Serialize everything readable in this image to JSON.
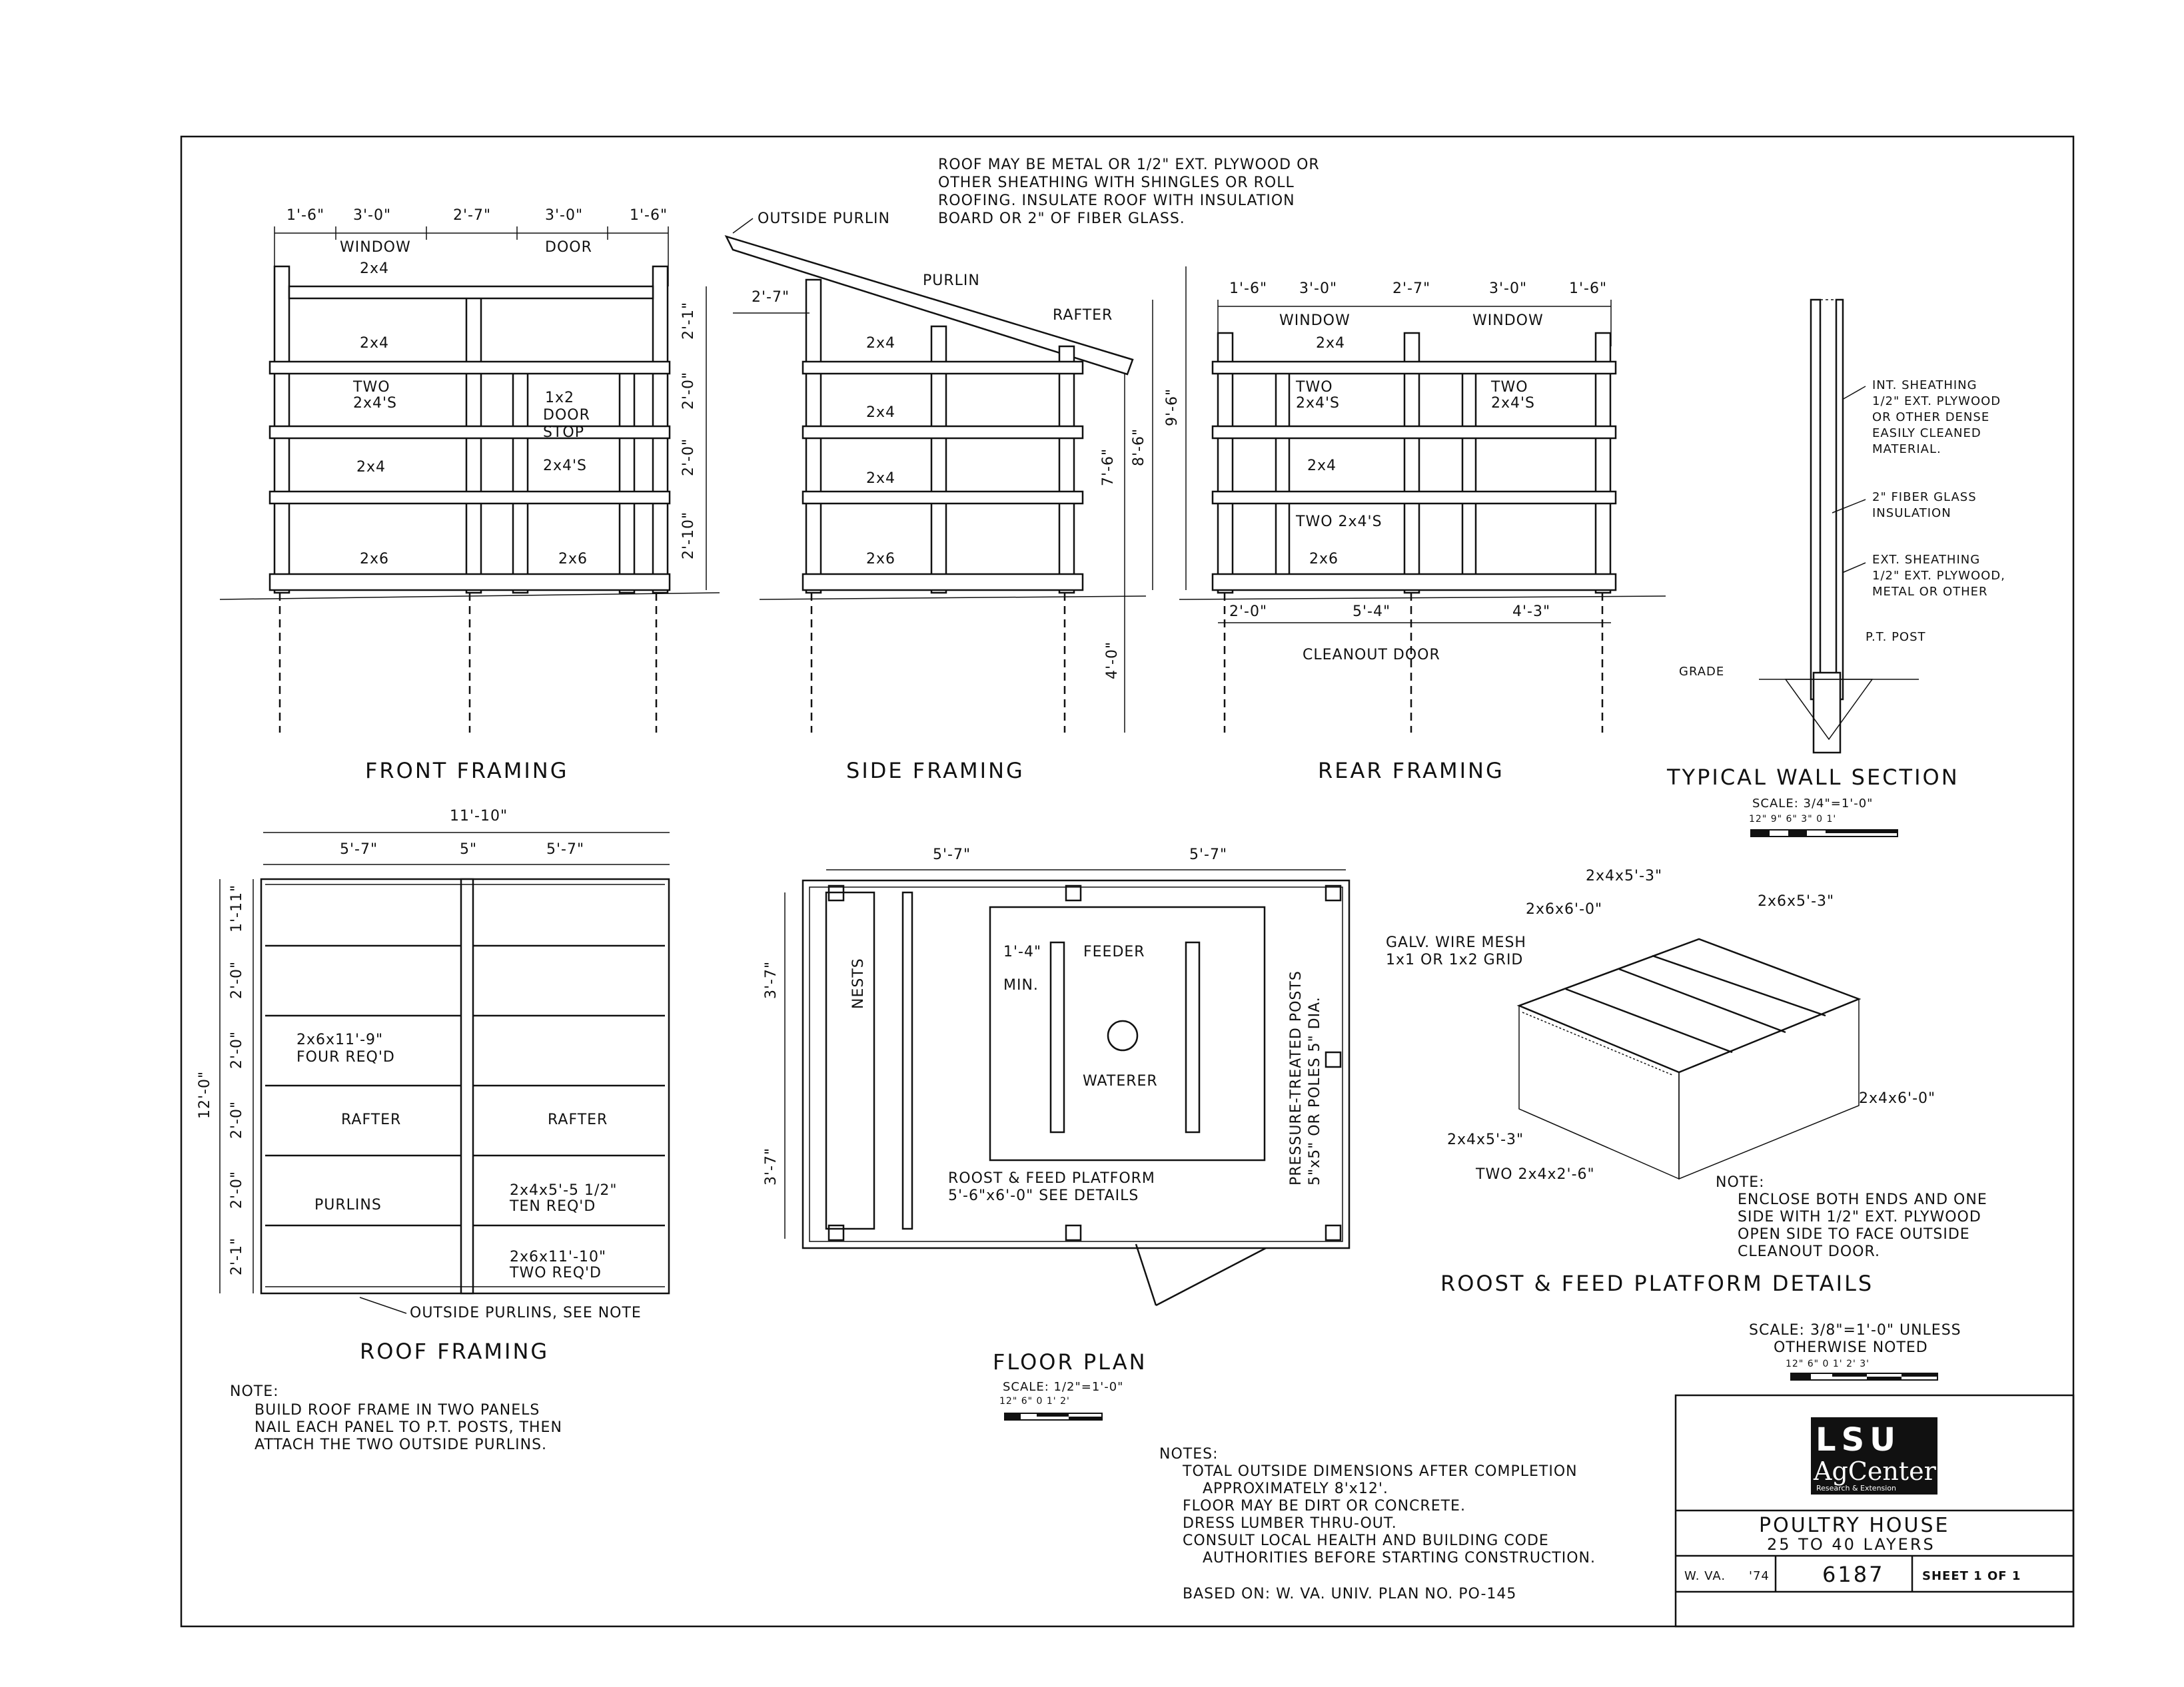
{
  "front": {
    "title": "FRONT FRAMING",
    "dims": [
      "1'-6\"",
      "3'-0\"",
      "2'-7\"",
      "3'-0\"",
      "1'-6\""
    ],
    "window": "WINDOW",
    "door": "DOOR",
    "l_2x4": "2x4",
    "l_two_a": "TWO",
    "l_two_b": "2x4'S",
    "l_stop_a": "1x2",
    "l_stop_b": "DOOR",
    "l_stop_c": "STOP",
    "l_2x4s": "2x4'S",
    "l_2x6": "2x6",
    "vdims": [
      "2'-1\"",
      "2'-0\"",
      "2'-0\"",
      "2'-10\""
    ]
  },
  "side": {
    "title": "SIDE FRAMING",
    "roof_note": [
      "ROOF MAY BE METAL OR 1/2\" EXT. PLYWOOD OR",
      "OTHER SHEATHING WITH SHINGLES OR ROLL",
      "ROOFING. INSULATE ROOF WITH INSULATION",
      "BOARD OR 2\" OF FIBER GLASS."
    ],
    "outside_purlin": "OUTSIDE PURLIN",
    "purlin": "PURLIN",
    "rafter": "RAFTER",
    "overhang": "2'-7\"",
    "l_2x4": "2x4",
    "l_2x6": "2x6",
    "h1": "7'-6\"",
    "h2": "8'-6\"",
    "h3": "9'-6\"",
    "depth": "4'-0\""
  },
  "rear": {
    "title": "REAR FRAMING",
    "dims": [
      "1'-6\"",
      "3'-0\"",
      "2'-7\"",
      "3'-0\"",
      "1'-6\""
    ],
    "window": "WINDOW",
    "l_2x4": "2x4",
    "l_two_a": "TWO",
    "l_two_b": "2x4'S",
    "l_two_full": "TWO 2x4'S",
    "l_2x6": "2x6",
    "bdims": [
      "2'-0\"",
      "5'-4\"",
      "4'-3\""
    ],
    "cleanout": "CLEANOUT DOOR"
  },
  "wall": {
    "title": "TYPICAL WALL SECTION",
    "scale": "SCALE: 3/4\"=1'-0\"",
    "scale_ticks": "12\" 9\" 6\" 3\" 0       1'",
    "int": [
      "INT. SHEATHING",
      "1/2\" EXT. PLYWOOD",
      "OR OTHER DENSE",
      "EASILY CLEANED",
      "MATERIAL."
    ],
    "ins": [
      "2\" FIBER GLASS",
      "INSULATION"
    ],
    "ext": [
      "EXT. SHEATHING",
      "1/2\" EXT. PLYWOOD,",
      "METAL OR OTHER"
    ],
    "post": "P.T. POST",
    "grade": "GRADE"
  },
  "roof": {
    "title": "ROOF FRAMING",
    "overall": "11'-10\"",
    "dims": [
      "5'-7\"",
      "5\"",
      "5'-7\""
    ],
    "vdims": [
      "1'-11\"",
      "2'-0\"",
      "2'-0\"",
      "2'-0\"",
      "2'-0\"",
      "2'-1\""
    ],
    "overall_v": "12'-0\"",
    "rafters_a": "2x6x11'-9\"",
    "rafters_b": "FOUR REQ'D",
    "rafter": "RAFTER",
    "purlins": "PURLINS",
    "purl_a": "2x4x5'-5 1/2\"",
    "purl_b": "TEN REQ'D",
    "opurl_a": "2x6x11'-10\"",
    "opurl_b": "TWO REQ'D",
    "outside": "OUTSIDE PURLINS, SEE NOTE",
    "note_head": "NOTE:",
    "note": [
      "BUILD ROOF FRAME IN TWO PANELS",
      "NAIL EACH PANEL TO P.T. POSTS, THEN",
      "ATTACH THE TWO OUTSIDE PURLINS."
    ]
  },
  "floor": {
    "title": "FLOOR PLAN",
    "scale": "SCALE: 1/2\"=1'-0\"",
    "scale_ticks": "12\" 6\" 0      1'      2'",
    "dims": [
      "5'-7\"",
      "5'-7\""
    ],
    "vdims": [
      "3'-7\"",
      "3'-7\""
    ],
    "nests": "NESTS",
    "feeder": "FEEDER",
    "min_d": "1'-4\"",
    "min": "MIN.",
    "waterer": "WATERER",
    "platform_a": "ROOST & FEED PLATFORM",
    "platform_b": "5'-6\"x6'-0\" SEE DETAILS",
    "posts_a": "PRESSURE-TREATED POSTS",
    "posts_b": "5\"x5\" OR POLES 5\" DIA."
  },
  "platform": {
    "title": "ROOST & FEED PLATFORM DETAILS",
    "scale_a": "SCALE: 3/8\"=1'-0\" UNLESS",
    "scale_b": "OTHERWISE NOTED",
    "scale_ticks": "12\" 6\" 0    1'    2'    3'",
    "l1": "2x4x5'-3\"",
    "l2": "2x6x6'-0\"",
    "l3": "2x6x5'-3\"",
    "mesh_a": "GALV. WIRE MESH",
    "mesh_b": "1x1 OR 1x2 GRID",
    "l4": "2x4x6'-0\"",
    "l5": "2x4x5'-3\"",
    "l6": "TWO 2x4x2'-6\"",
    "note_head": "NOTE:",
    "note": [
      "ENCLOSE BOTH ENDS AND ONE",
      "SIDE WITH 1/2\" EXT. PLYWOOD",
      "OPEN SIDE TO FACE OUTSIDE",
      "CLEANOUT DOOR."
    ]
  },
  "notes": {
    "head": "NOTES:",
    "items": [
      "TOTAL OUTSIDE DIMENSIONS AFTER COMPLETION",
      "APPROXIMATELY 8'x12'.",
      "FLOOR MAY BE DIRT OR CONCRETE.",
      "DRESS LUMBER THRU-OUT.",
      "CONSULT LOCAL HEALTH AND BUILDING CODE",
      "AUTHORITIES BEFORE STARTING CONSTRUCTION."
    ],
    "based": "BASED ON: W. VA. UNIV. PLAN NO. PO-145"
  },
  "titleblock": {
    "logo_a": "LSU",
    "logo_b": "AgCenter",
    "logo_c": "Research & Extension",
    "title": "POULTRY HOUSE",
    "subtitle": "25 TO 40 LAYERS",
    "state": "W. VA.",
    "year": "'74",
    "number": "6187",
    "sheet": "SHEET 1 OF 1"
  }
}
